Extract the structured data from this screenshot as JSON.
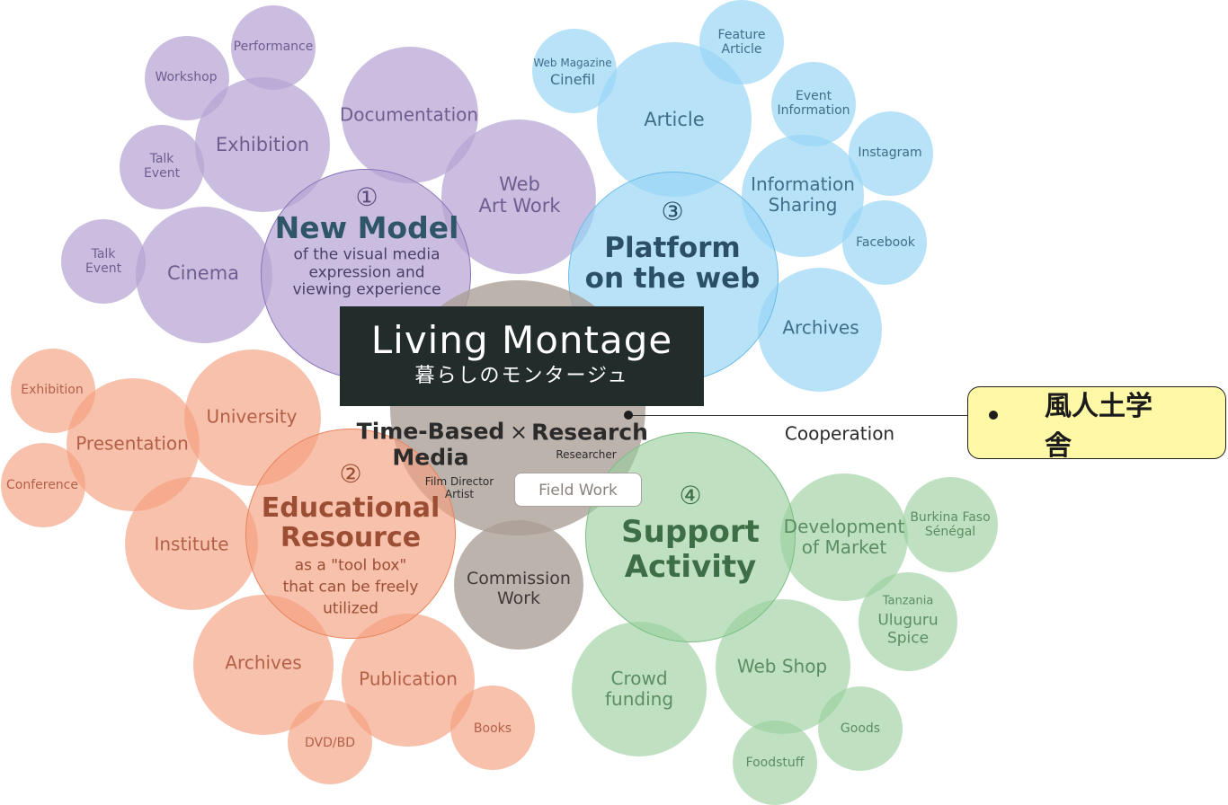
{
  "core": {
    "title": "Living Montage",
    "subtitle": "暮らしのモンタージュ",
    "left_label": "Time-Based\nMedia",
    "times": "×",
    "right_label": "Research",
    "researcher": "Researcher",
    "film_director": "Film Director\nArtist",
    "field_work": "Field Work"
  },
  "cooperation": {
    "label": "Cooperation",
    "partner": "風人土学舎"
  },
  "clusters": [
    {
      "id": "new-model",
      "color": "#b6a3d2",
      "number": "①",
      "title": "New Model",
      "description": "of the visual media\nexpression and\nviewing experience",
      "items": [
        "Performance",
        "Workshop",
        "Exhibition",
        "Talk\nEvent",
        "Documentation",
        "Web\nArt Work",
        "Talk\nEvent",
        "Cinema"
      ]
    },
    {
      "id": "platform-web",
      "color": "#96d4f5",
      "number": "③",
      "title": "Platform\non the web",
      "items": [
        "Web Magazine",
        "Cinefil",
        "Feature\nArticle",
        "Article",
        "Event\nInformation",
        "Instagram",
        "Information\nSharing",
        "Facebook",
        "Archives"
      ]
    },
    {
      "id": "educational-resource",
      "color": "#f5a080",
      "number": "②",
      "title": "Educational\nResource",
      "description": "as a \"tool box\"\nthat can be freely\nutilized",
      "items": [
        "Exhibition",
        "Presentation",
        "University",
        "Conference",
        "Institute",
        "Archives",
        "Publication",
        "DVD/BD",
        "Books"
      ]
    },
    {
      "id": "support-activity",
      "color": "#98cf9c",
      "number": "④",
      "title": "Support\nActivity",
      "items": [
        "Development\nof Market",
        "Burkina Faso\nSénégal",
        "Tanzania",
        "Uluguru\nSpice",
        "Web Shop",
        "Crowd\nfunding",
        "Goods",
        "Foodstuff"
      ]
    }
  ],
  "commission": "Commission\nWork"
}
